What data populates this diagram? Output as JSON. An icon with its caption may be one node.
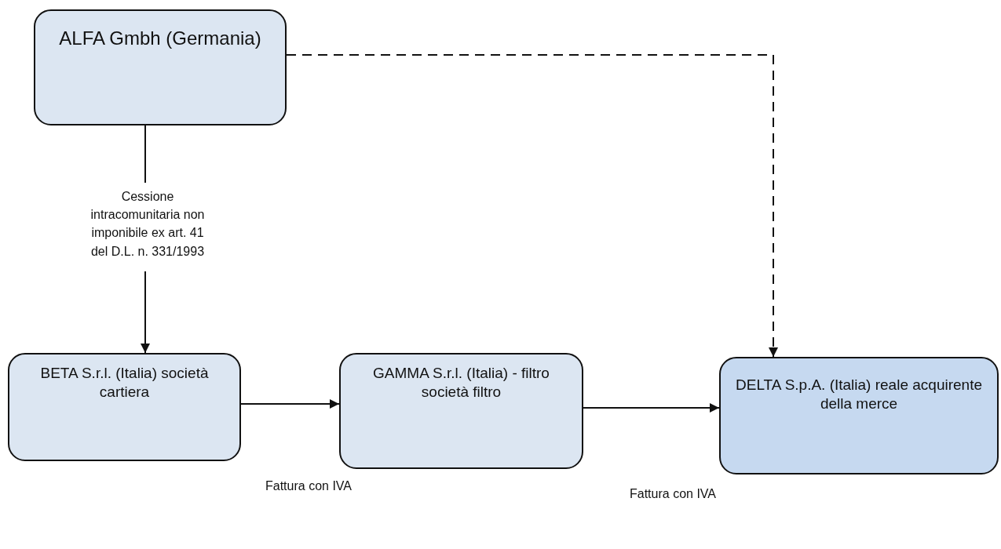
{
  "diagram": {
    "nodes": [
      {
        "text": [
          "ALFA Gmbh (Germania)"
        ]
      },
      {
        "text": [
          "BETA S.r.l. (Italia) società cartiera"
        ]
      },
      {
        "text": [
          "GAMMA S.r.l. (Italia) - filtro società filtro"
        ]
      },
      {
        "text": [
          "DELTA S.p.A. (Italia) reale acquirente della merce"
        ]
      }
    ],
    "edges": [
      {
        "from": 0,
        "to": 1,
        "arrow": "to",
        "label": "Cessione intracomunitaria non imponibile ex art. 41 del D.L. n. 331/1993"
      },
      {
        "from": 1,
        "to": 2,
        "arrow": "to"
      },
      {
        "from": 2,
        "to": 3,
        "arrow": "to"
      },
      {
        "from": 0,
        "to": 3,
        "arrow": "to",
        "style": "dashed"
      }
    ],
    "labels": [
      "Fattura con IVA",
      "Fattura con IVA"
    ]
  }
}
